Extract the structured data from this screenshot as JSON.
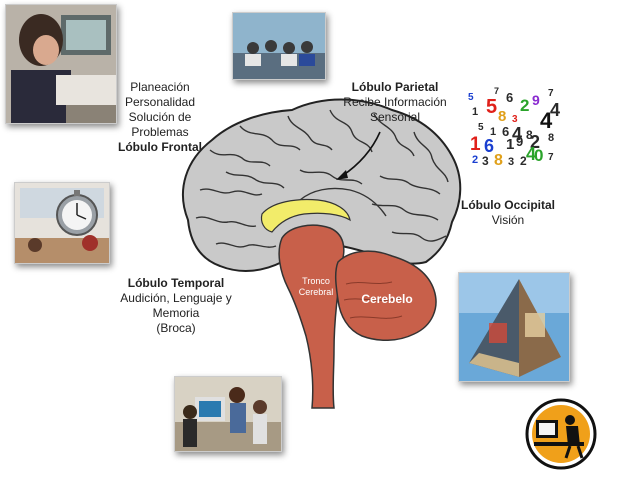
{
  "frontal": {
    "lines": [
      "Planeación",
      "Personalidad",
      "Solución de",
      "Problemas"
    ],
    "title": "Lóbulo Frontal"
  },
  "parietal": {
    "title": "Lóbulo Parietal",
    "lines": [
      "Recibe Información",
      "Sensorial"
    ]
  },
  "occipital": {
    "title": "Lóbulo Occipital",
    "lines": [
      "Visión"
    ]
  },
  "temporal": {
    "title": "Lóbulo Temporal",
    "lines": [
      "Audición, Lenguaje y",
      "Memoria",
      "(Broca)"
    ]
  },
  "brainstem": {
    "label_1": "Tronco",
    "label_2": "Cerebral"
  },
  "cerebellum": {
    "label": "Cerebelo"
  },
  "colors": {
    "brain": "#c9c9c9",
    "brain_outline": "#222222",
    "brainstem": "#c8604a",
    "corpus": "#f2ec6a"
  },
  "number_cloud": [
    {
      "t": "5",
      "c": "#1a3fd0"
    },
    {
      "t": "7",
      "c": "#2a2a2a"
    },
    {
      "t": "5",
      "c": "#e0201a"
    },
    {
      "t": "6",
      "c": "#2a2a2a"
    },
    {
      "t": "2",
      "c": "#2aa32a"
    },
    {
      "t": "9",
      "c": "#8a2ad0"
    },
    {
      "t": "7",
      "c": "#2a2a2a"
    },
    {
      "t": "4",
      "c": "#2a2a2a"
    },
    {
      "t": "1",
      "c": "#2a2a2a"
    },
    {
      "t": "8",
      "c": "#e0a01a"
    },
    {
      "t": "3",
      "c": "#e0201a"
    },
    {
      "t": "4",
      "c": "#111111"
    },
    {
      "t": "5",
      "c": "#2a2a2a"
    },
    {
      "t": "1",
      "c": "#2a2a2a"
    },
    {
      "t": "6",
      "c": "#2a2a2a"
    },
    {
      "t": "4",
      "c": "#2a2a2a"
    },
    {
      "t": "8",
      "c": "#2a2a2a"
    },
    {
      "t": "1",
      "c": "#e0201a"
    },
    {
      "t": "6",
      "c": "#1a3fd0"
    },
    {
      "t": "1",
      "c": "#2a2a2a"
    },
    {
      "t": "9",
      "c": "#2a2a2a"
    },
    {
      "t": "2",
      "c": "#2a2a2a"
    },
    {
      "t": "8",
      "c": "#2a2a2a"
    },
    {
      "t": "2",
      "c": "#1a3fd0"
    },
    {
      "t": "3",
      "c": "#2a2a2a"
    },
    {
      "t": "8",
      "c": "#e0a01a"
    },
    {
      "t": "3",
      "c": "#2a2a2a"
    },
    {
      "t": "2",
      "c": "#2a2a2a"
    },
    {
      "t": "4",
      "c": "#2aa32a"
    },
    {
      "t": "0",
      "c": "#2aa32a"
    },
    {
      "t": "7",
      "c": "#2a2a2a"
    }
  ]
}
